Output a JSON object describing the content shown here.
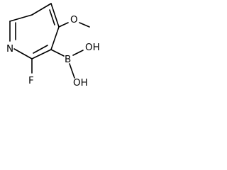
{
  "atoms": {
    "pyridine_nitrogen": "N",
    "fluorine": "F",
    "methoxy_oxygen": "O",
    "boron": "B",
    "hydroxyl_upper": "OH",
    "hydroxyl_lower": "OH"
  },
  "colors": {
    "bond": "#000000",
    "label": "#000000",
    "background": "#ffffff"
  }
}
